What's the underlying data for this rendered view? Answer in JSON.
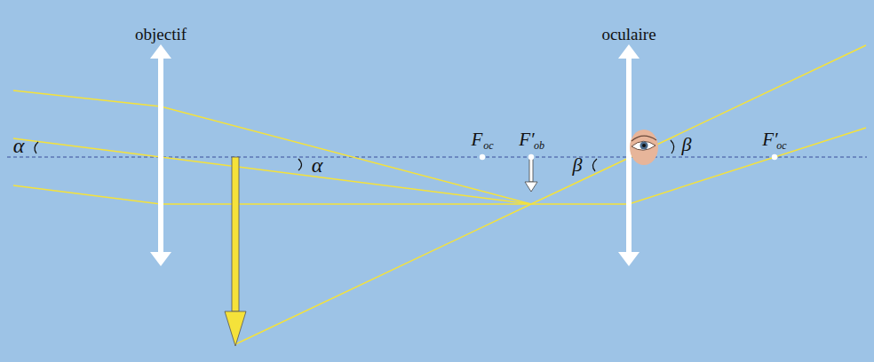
{
  "diagram": {
    "labels": [
      "objectif",
      "oculaire",
      "α",
      "α",
      "β",
      "β",
      "F",
      "oc",
      "F′",
      "ob",
      "F′",
      "oc"
    ]
  }
}
